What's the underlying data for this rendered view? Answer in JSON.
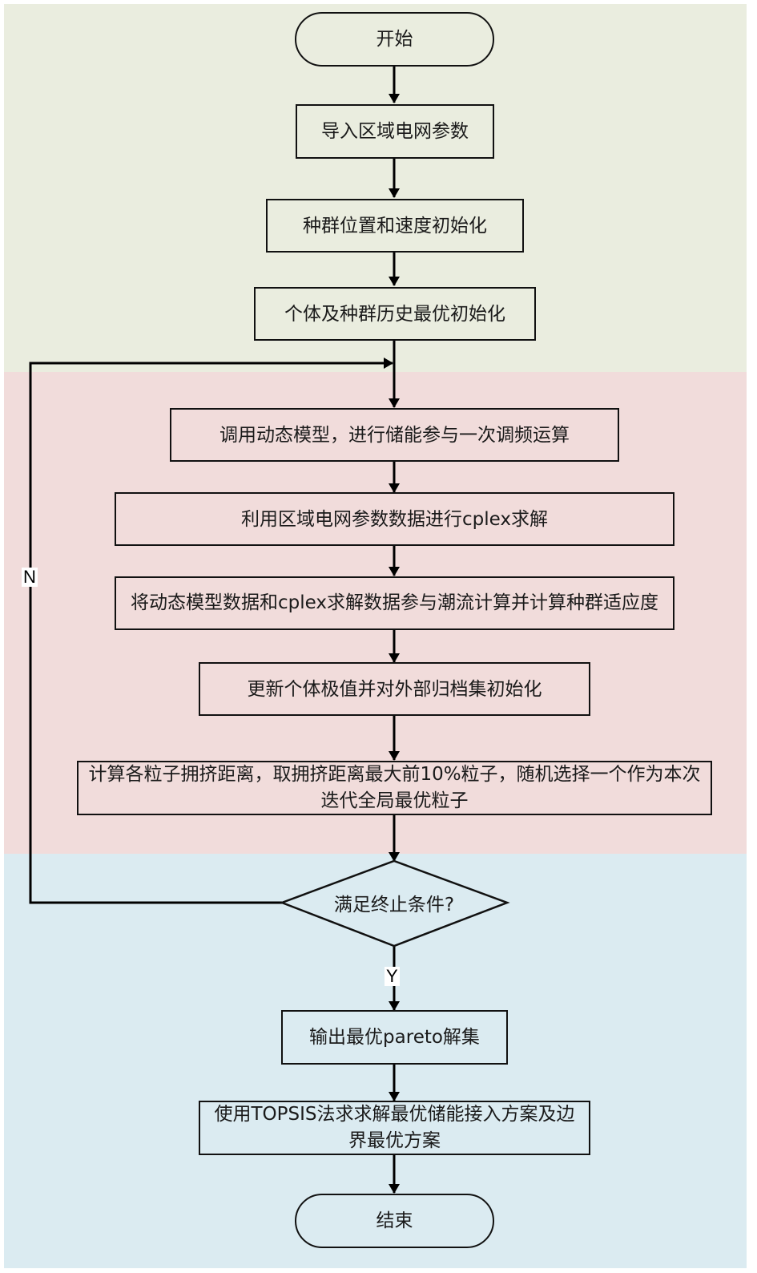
{
  "colors": {
    "init_band": "#eaeddf",
    "loop_band": "#f1dcdb",
    "end_band": "#dbebf1",
    "stroke": "#111111"
  },
  "nodes": {
    "start": "开始",
    "import_params": "导入区域电网参数",
    "init_population": "种群位置和速度初始化",
    "init_best": "个体及种群历史最优初始化",
    "call_dynamic_model": "调用动态模型，进行储能参与一次调频运算",
    "cplex_solve": "利用区域电网参数数据进行cplex求解",
    "power_flow_fitness": "将动态模型数据和cplex求解数据参与潮流计算并计算种群适应度",
    "update_archive": "更新个体极值并对外部归档集初始化",
    "crowding_distance": "计算各粒子拥挤距离，取拥挤距离最大前10%粒子，随机选择一个作为本次迭代全局最优粒子",
    "termination_check": "满足终止条件?",
    "output_pareto": "输出最优pareto解集",
    "topsis": "使用TOPSIS法求求解最优储能接入方案及边界最优方案",
    "end": "结束"
  },
  "edge_labels": {
    "no": "N",
    "yes": "Y"
  }
}
